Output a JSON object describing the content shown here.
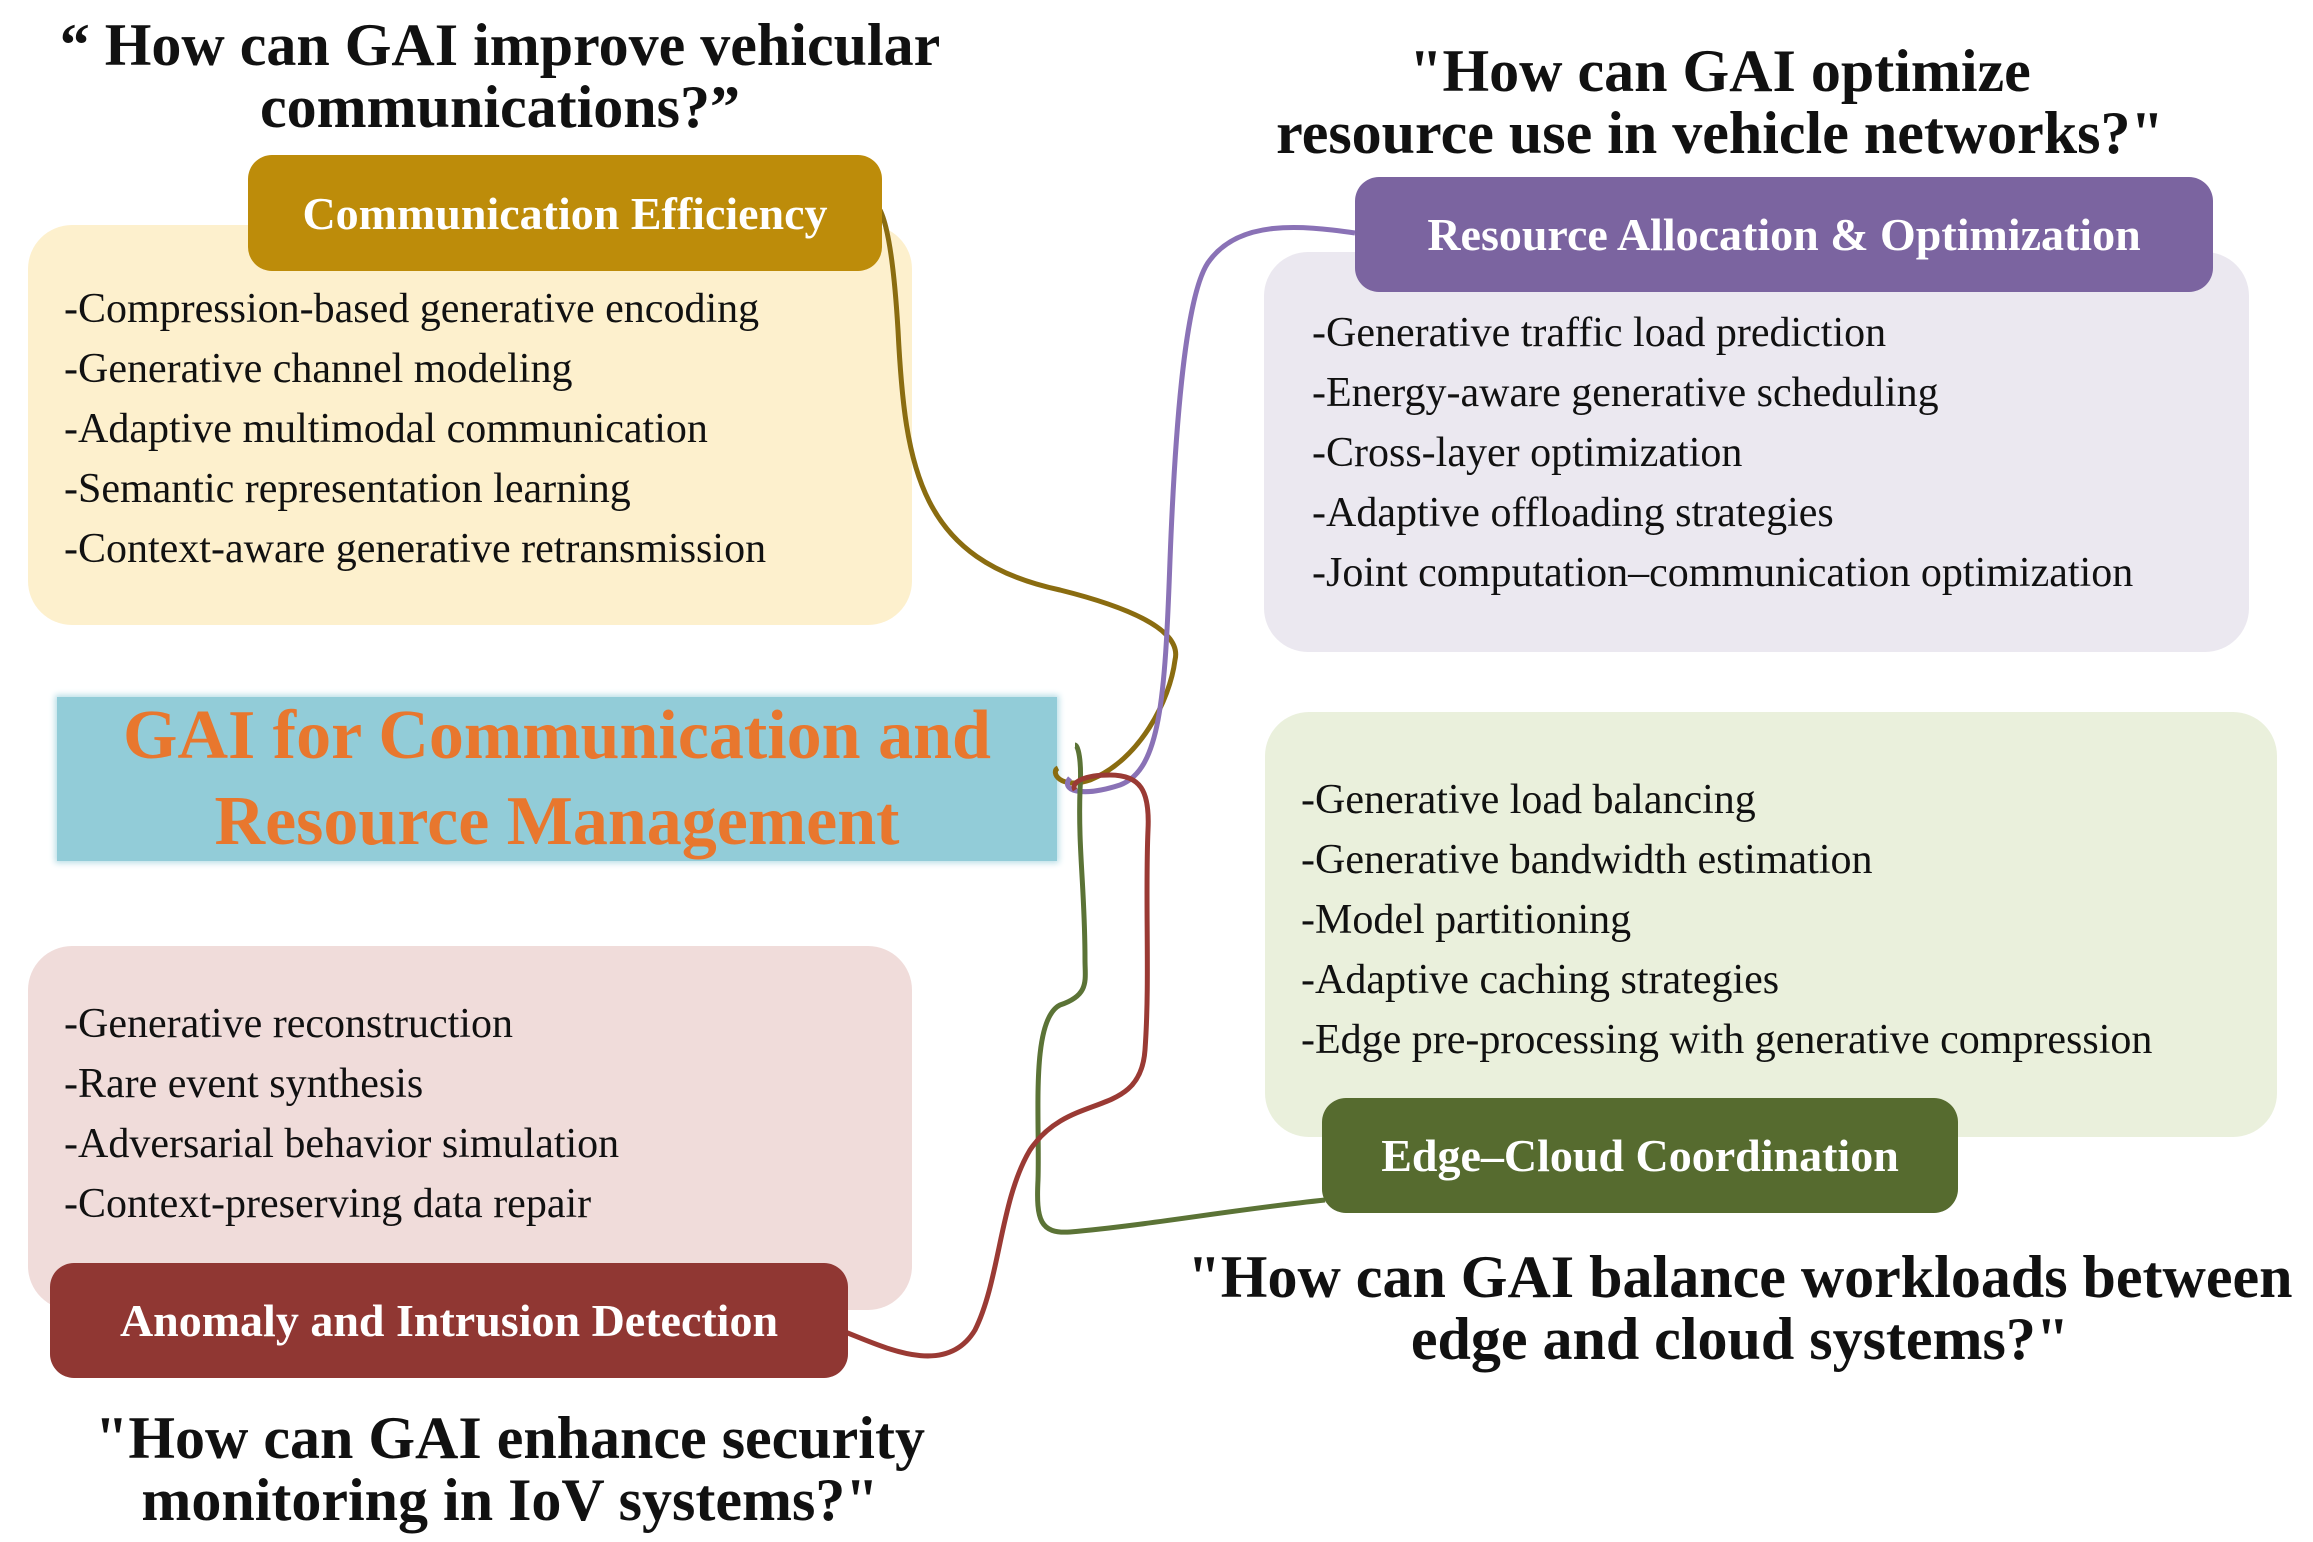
{
  "center": {
    "line1": "GAI for Communication and",
    "line2": "Resource Management"
  },
  "sections": {
    "communication": {
      "title": "Communication Efficiency",
      "question_line1": "“ How can GAI improve vehicular",
      "question_line2": "communications?”",
      "items": [
        "-Compression-based generative encoding",
        "-Generative channel modeling",
        "-Adaptive multimodal communication",
        "-Semantic representation learning",
        "-Context-aware generative retransmission"
      ]
    },
    "resource": {
      "title": "Resource Allocation & Optimization",
      "question_line1": "\"How can GAI optimize",
      "question_line2": "resource use in vehicle networks?\"",
      "items": [
        "-Generative traffic load prediction",
        "-Energy-aware generative scheduling",
        "-Cross-layer optimization",
        "-Adaptive offloading strategies",
        "-Joint computation–communication optimization"
      ]
    },
    "edge": {
      "title": "Edge–Cloud Coordination",
      "question_line1": "\"How can GAI balance workloads between",
      "question_line2": "edge and cloud systems?\"",
      "items": [
        "-Generative load balancing",
        "-Generative bandwidth estimation",
        "-Model partitioning",
        "-Adaptive caching strategies",
        "-Edge pre-processing with generative compression"
      ]
    },
    "anomaly": {
      "title": "Anomaly and Intrusion Detection",
      "question_line1": "\"How can GAI enhance security",
      "question_line2": "monitoring in IoV systems?\"",
      "items": [
        "-Generative reconstruction",
        "-Rare event synthesis",
        "-Adversarial behavior simulation",
        "-Context-preserving data repair"
      ]
    }
  },
  "colors": {
    "communication_pill": "#bd8c0a",
    "communication_panel": "#fdf0cd",
    "resource_pill": "#7b64a0",
    "resource_panel": "#ebe8f0",
    "edge_pill": "#566b2f",
    "edge_panel": "#eaf0dc",
    "anomaly_pill": "#903733",
    "anomaly_panel": "#f0dcda",
    "center_box": "#92ccd8",
    "center_text": "#e8772e"
  }
}
